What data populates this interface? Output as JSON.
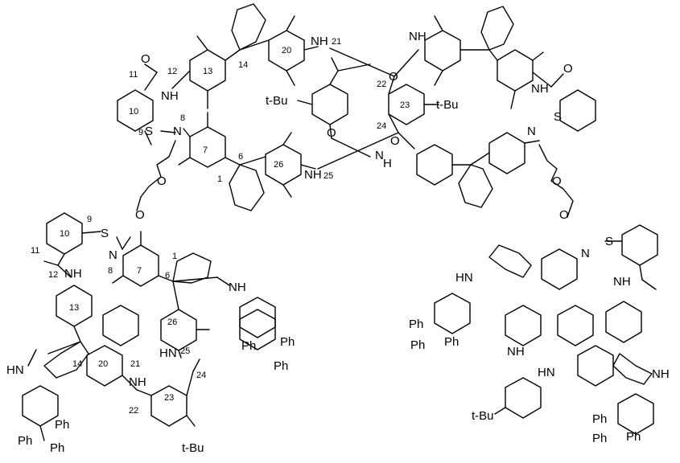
{
  "labels": {
    "tbu": "t-Bu",
    "nh": "NH",
    "hn": "HN",
    "h": "H",
    "n": "N",
    "s": "S",
    "o": "O",
    "ph": "Ph"
  },
  "numbers": {
    "n1": "1",
    "n6": "6",
    "n7": "7",
    "n8": "8",
    "n9": "9",
    "n10": "10",
    "n11": "11",
    "n12": "12",
    "n13": "13",
    "n14": "14",
    "n20": "20",
    "n21": "21",
    "n22": "22",
    "n23": "23",
    "n24": "24",
    "n25": "25",
    "n26": "26"
  }
}
